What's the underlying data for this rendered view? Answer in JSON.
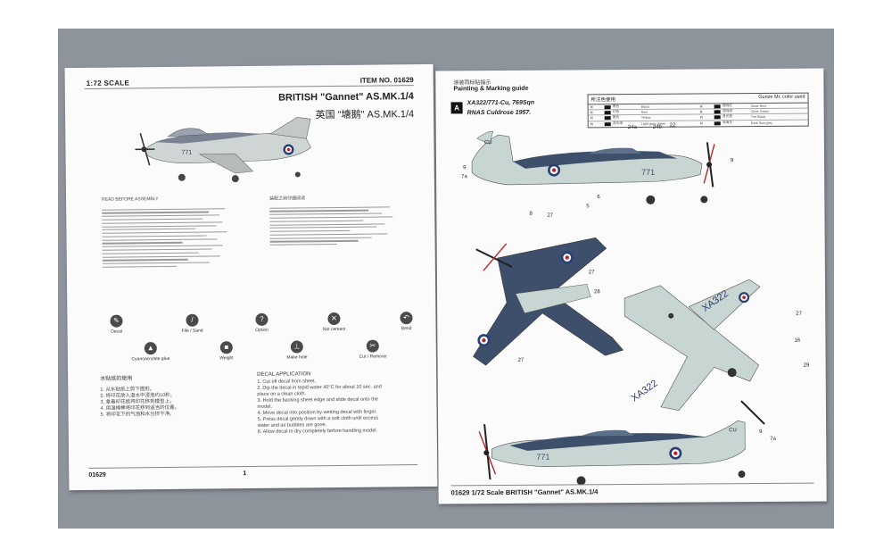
{
  "left_page": {
    "scale": "1:72 SCALE",
    "item_no": "ITEM NO. 01629",
    "title_en": "BRITISH \"Gannet\" AS.MK.1/4",
    "title_cn": "英国 \"塘鹅\" AS.MK.1/4",
    "before_assembly_en": "READ BEFORE ASSEMBLY",
    "before_assembly_cn": "装配之前仔细阅读",
    "icons": [
      {
        "icon": "decal-icon",
        "label": "Decal"
      },
      {
        "icon": "file-sand-icon",
        "label": "File / Sand"
      },
      {
        "icon": "option-icon",
        "label": "Option"
      },
      {
        "icon": "not-cement-icon",
        "label": "Not cement"
      },
      {
        "icon": "bend-icon",
        "label": "Bend"
      },
      {
        "icon": "glue-icon",
        "label": "Cyanoacrylate glue"
      },
      {
        "icon": "weight-icon",
        "label": "Weight"
      },
      {
        "icon": "drill-icon",
        "label": "Make hole"
      },
      {
        "icon": "cut-icon",
        "label": "Cut / Remove"
      }
    ],
    "decal_cn_heading": "水贴纸的使用",
    "decal_cn_lines": [
      "1. 从水贴纸上剪下图形。",
      "2. 将印花放入温水中浸泡约10秒。",
      "3. 拿着印花板将印花移到模型上。",
      "4. 用湿棉棒将印花移到适当的位置。",
      "5. 将印花下的气泡和水分挤干净。"
    ],
    "decal_en_heading": "DECAL APPLICATION",
    "decal_en_lines": [
      "1. Cut off decal from sheet.",
      "2. Dip the decal in tepid water 40°C for about 10 sec. and",
      "place on a clean cloth.",
      "3. Hold the backing sheet edge and slide decal onto the",
      "model.",
      "4. Move decal into position by wetting decal with finger.",
      "5. Press decal gently down with a soft cloth until excess",
      "water and air bubbles are gone.",
      "6. Allow decal to dry completely before handling model."
    ],
    "footer_code": "01629",
    "page_number": "1"
  },
  "right_page": {
    "title_cn": "涂装同标贴指示",
    "title_en": "Painting & Marking guide",
    "scheme_letter": "A",
    "scheme_line1": "XA322/771-Cu, 769Sqn",
    "scheme_line2": "RNAS Culdrose 1957.",
    "color_table": {
      "header_cn": "所注色使用",
      "header_en": "Gunze Mr. color used",
      "rows": [
        {
          "l_code": "H",
          "l_cn": "黑色",
          "l_en": "Black",
          "r_code": "H",
          "r_cn": "透明红",
          "r_en": "Clear Red"
        },
        {
          "l_code": "H",
          "l_cn": "红色",
          "l_en": "Red",
          "r_code": "H",
          "r_cn": "透明绿",
          "r_en": "Clear Green"
        },
        {
          "l_code": "H",
          "l_cn": "黄色",
          "l_en": "Yellow",
          "r_code": "H",
          "r_cn": "消光黑",
          "r_en": "Tire Black"
        },
        {
          "l_code": "H",
          "l_cn": "浅灰绿",
          "l_en": "Light grey green",
          "r_code": "H",
          "r_cn": "深海灰",
          "r_en": "Dark Sea grey"
        }
      ]
    },
    "side_top_code": "771",
    "side_bottom_code": "771",
    "serial_1": "XA322",
    "serial_2": "XA322",
    "tail_code": "CU",
    "callouts": [
      "24a",
      "24b",
      "22",
      "6",
      "5",
      "27",
      "9",
      "7a",
      "8",
      "9",
      "27",
      "28",
      "27",
      "16",
      "29",
      "27",
      "9",
      "7a"
    ],
    "footer": "01629 1/72 Scale BRITISH \"Gannet\" AS.MK.1/4"
  },
  "colors": {
    "background": "#8e949c",
    "navy": "#3d4f6b",
    "sky": "#c8d6d3",
    "roundel_red": "#b8262b",
    "roundel_blue": "#2a3f73"
  }
}
